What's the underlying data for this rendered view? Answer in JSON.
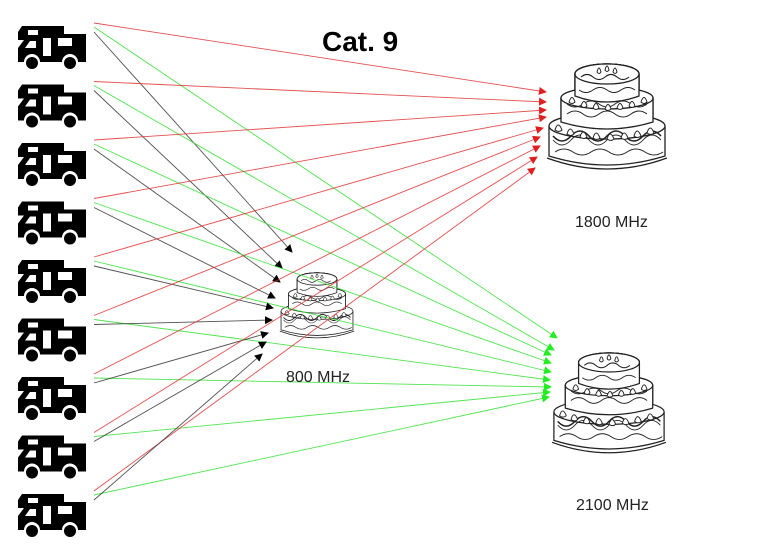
{
  "title": "Cat. 9",
  "nodes": {
    "band_1800": {
      "label": "1800 MHz",
      "icon": "cake-icon"
    },
    "band_800": {
      "label": "800 MHz",
      "icon": "cake-icon"
    },
    "band_2100": {
      "label": "2100 MHz",
      "icon": "cake-icon"
    }
  },
  "sources": [
    {
      "id": "camper-1",
      "icon": "camper-van-icon"
    },
    {
      "id": "camper-2",
      "icon": "camper-van-icon"
    },
    {
      "id": "camper-3",
      "icon": "camper-van-icon"
    },
    {
      "id": "camper-4",
      "icon": "camper-van-icon"
    },
    {
      "id": "camper-5",
      "icon": "camper-van-icon"
    },
    {
      "id": "camper-6",
      "icon": "camper-van-icon"
    },
    {
      "id": "camper-7",
      "icon": "camper-van-icon"
    },
    {
      "id": "camper-8",
      "icon": "camper-van-icon"
    },
    {
      "id": "camper-9",
      "icon": "camper-van-icon"
    }
  ],
  "edge_colors": {
    "band_1800": "#e03030",
    "band_800": "#333333",
    "band_2100": "#33e033"
  },
  "edges": [
    {
      "from": 0,
      "to": "band_1800"
    },
    {
      "from": 0,
      "to": "band_2100"
    },
    {
      "from": 0,
      "to": "band_800"
    },
    {
      "from": 1,
      "to": "band_1800"
    },
    {
      "from": 1,
      "to": "band_2100"
    },
    {
      "from": 1,
      "to": "band_800"
    },
    {
      "from": 2,
      "to": "band_1800"
    },
    {
      "from": 2,
      "to": "band_2100"
    },
    {
      "from": 2,
      "to": "band_800"
    },
    {
      "from": 3,
      "to": "band_1800"
    },
    {
      "from": 3,
      "to": "band_2100"
    },
    {
      "from": 3,
      "to": "band_800"
    },
    {
      "from": 4,
      "to": "band_1800"
    },
    {
      "from": 4,
      "to": "band_2100"
    },
    {
      "from": 4,
      "to": "band_800"
    },
    {
      "from": 5,
      "to": "band_1800"
    },
    {
      "from": 5,
      "to": "band_2100"
    },
    {
      "from": 5,
      "to": "band_800"
    },
    {
      "from": 6,
      "to": "band_1800"
    },
    {
      "from": 6,
      "to": "band_2100"
    },
    {
      "from": 6,
      "to": "band_800"
    },
    {
      "from": 7,
      "to": "band_1800"
    },
    {
      "from": 7,
      "to": "band_2100"
    },
    {
      "from": 7,
      "to": "band_800"
    },
    {
      "from": 8,
      "to": "band_1800"
    },
    {
      "from": 8,
      "to": "band_2100"
    },
    {
      "from": 8,
      "to": "band_800"
    }
  ]
}
